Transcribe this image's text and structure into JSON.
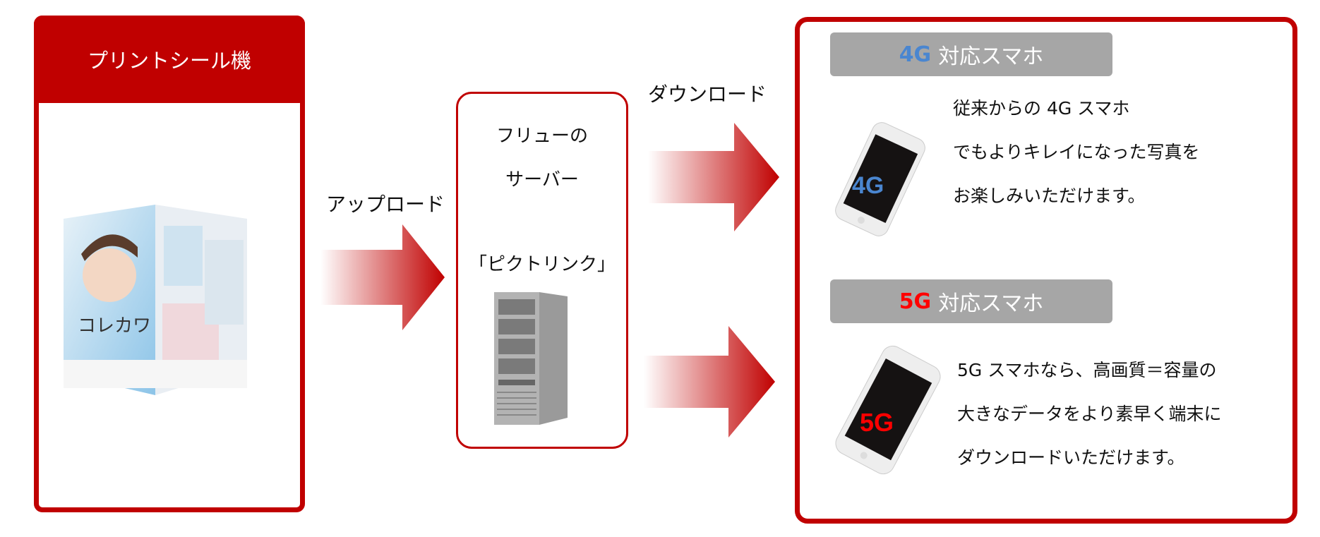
{
  "machine_panel": {
    "title": "プリントシール機",
    "photo_text": "コレカワ"
  },
  "upload_label": "アップロード",
  "download_label": "ダウンロード",
  "server": {
    "line1": "フリューの",
    "line2": "サーバー",
    "line3": "「ピクトリンク」"
  },
  "phones": [
    {
      "gen": "4G",
      "title_suffix": "対応スマホ",
      "gen_color": "#4a86d0",
      "lines": [
        "従来からの 4G スマホ",
        "でもよりキレイになった写真を",
        "お楽しみいただけます。"
      ]
    },
    {
      "gen": "5G",
      "title_suffix": "対応スマホ",
      "gen_color": "#ff0000",
      "lines": [
        "5G  スマホなら、高画質＝容量の",
        "大きなデータをより素早く端末に",
        "ダウンロードいただけます。"
      ]
    }
  ],
  "colors": {
    "accent": "#c00000",
    "band": "#a6a6a6"
  }
}
